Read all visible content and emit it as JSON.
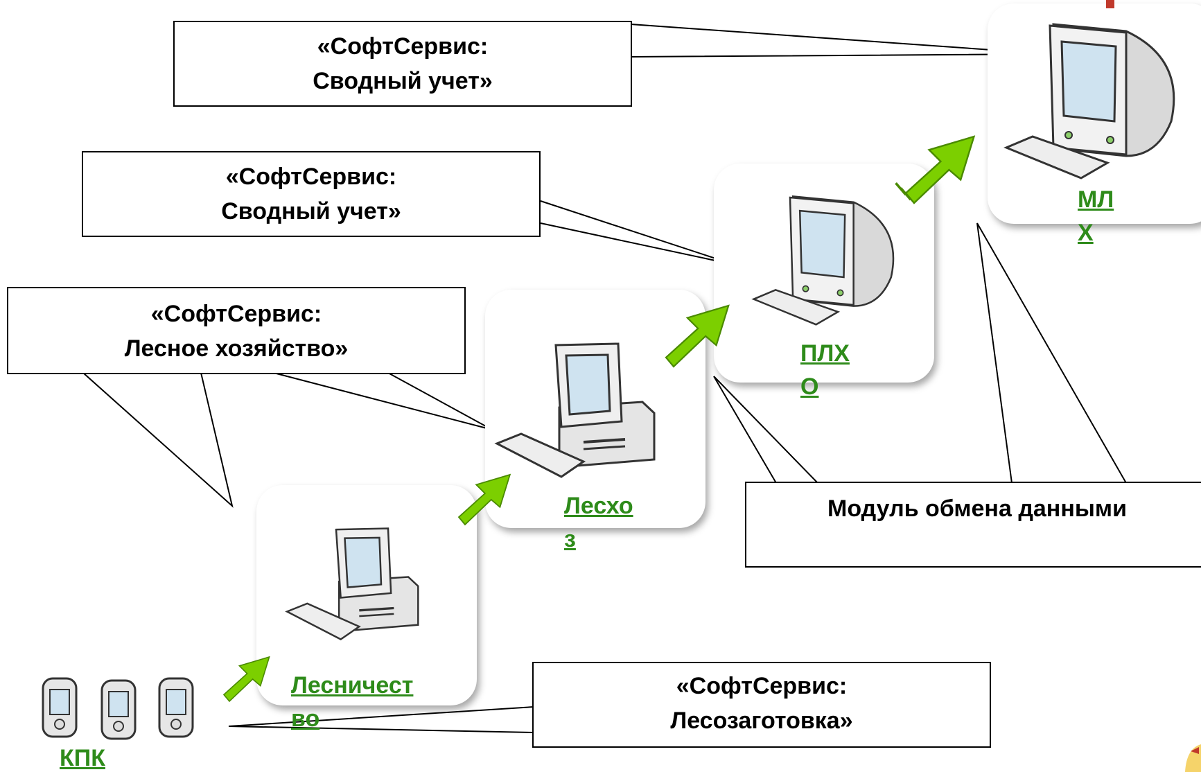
{
  "callouts": {
    "svodny_top": [
      "«СофтСервис:",
      "Сводный учет»"
    ],
    "svodny_mid": [
      "«СофтСервис:",
      "Сводный учет»"
    ],
    "lesnoe": [
      "«СофтСервис:",
      "Лесное хозяйство»"
    ],
    "modul": [
      "Модуль обмена данными"
    ],
    "lesozagotovka": [
      "«СофтСервис:",
      "Лесозаготовка»"
    ]
  },
  "nodes": {
    "mlh": [
      "МЛ",
      "Х"
    ],
    "plho": [
      "ПЛХ",
      "О"
    ],
    "leshoz": [
      "Лесхо",
      "з"
    ],
    "lesnichestvo": [
      "Лесничест",
      "во"
    ],
    "kpk": [
      "КПК"
    ]
  },
  "colors": {
    "label_green": "#2e8b1a",
    "arrow_green": "#7ccf00",
    "corner_accent": "#c0392b"
  },
  "icons": {
    "mlh": "crt-monitor-icon",
    "plho": "crt-monitor-icon",
    "leshoz": "desktop-pc-icon",
    "lesnichestvo": "desktop-pc-icon",
    "kpk": "pda-icon"
  }
}
